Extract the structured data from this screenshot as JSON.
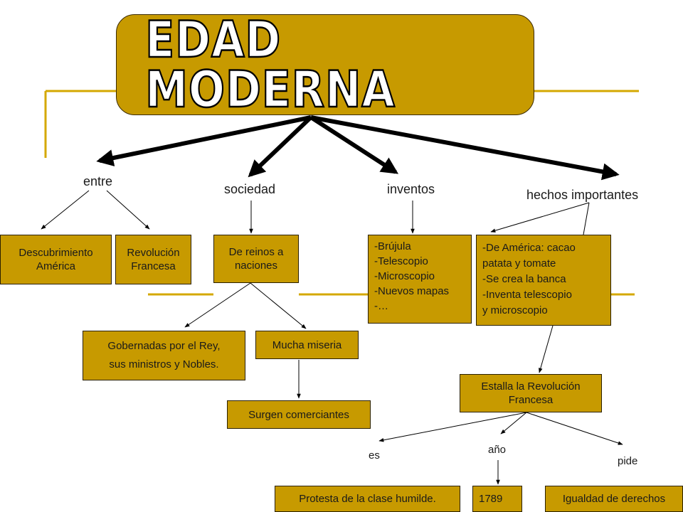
{
  "title": "EDAD MODERNA",
  "branches": {
    "entre": "entre",
    "sociedad": "sociedad",
    "inventos": "inventos",
    "hechos": "hechos importantes"
  },
  "boxes": {
    "descubrimiento": [
      "Descubrimiento",
      "América"
    ],
    "revolucion": [
      "Revolución",
      "Francesa"
    ],
    "reinos": [
      "De reinos a",
      "naciones"
    ],
    "inventos_list": [
      "-Brújula",
      "-Telescopio",
      "-Microscopio",
      "-Nuevos mapas",
      "-…"
    ],
    "hechos_list": [
      "-De América: cacao",
      "patata y tomate",
      "-Se crea la banca",
      "-Inventa telescopio",
      "y microscopio"
    ],
    "gobernadas": [
      "Gobernadas por el Rey,",
      "sus ministros y Nobles."
    ],
    "miseria": [
      "Mucha miseria"
    ],
    "comerciantes": [
      "Surgen comerciantes"
    ],
    "estalla": [
      "Estalla la Revolución",
      "Francesa"
    ],
    "protesta": [
      "Protesta de la clase humilde."
    ],
    "anio_value": [
      "1789"
    ],
    "igualdad": [
      "Igualdad de derechos"
    ]
  },
  "connectors": {
    "es": "es",
    "anio": "año",
    "pide": "pide"
  },
  "colors": {
    "box_fill": "#c79a00",
    "accent_line": "#d4a800",
    "line": "#1a1a1a"
  }
}
